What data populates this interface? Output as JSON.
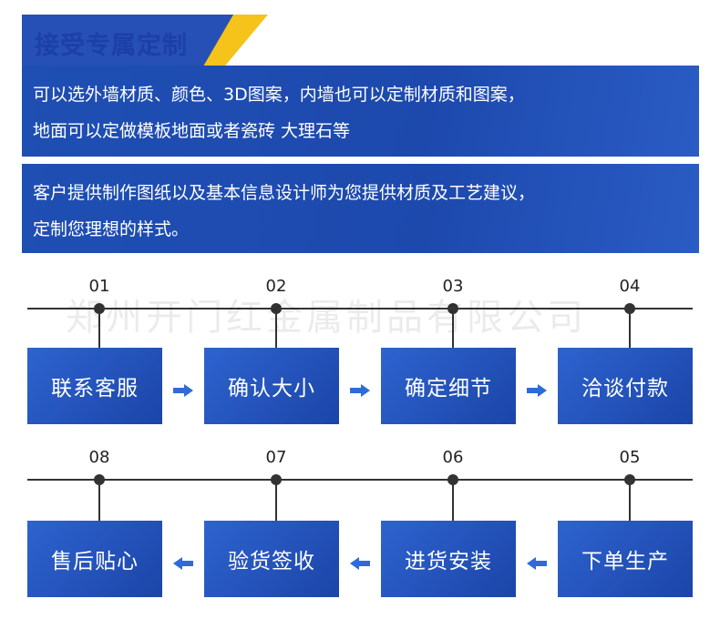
{
  "header": {
    "title": "接受专属定制"
  },
  "info": [
    {
      "lines": [
        "可以选外墙材质、颜色、3D图案，内墙也可以定制材质和图案，",
        "地面可以定做模板地面或者瓷砖 大理石等"
      ]
    },
    {
      "lines": [
        "客户提供制作图纸以及基本信息设计师为您提供材质及工艺建议，",
        "定制您理想的样式。"
      ]
    }
  ],
  "watermark": "郑州开门红金属制品有限公司",
  "steps_row1": [
    {
      "num": "01",
      "label": "联系客服"
    },
    {
      "num": "02",
      "label": "确认大小"
    },
    {
      "num": "03",
      "label": "确定细节"
    },
    {
      "num": "04",
      "label": "洽谈付款"
    }
  ],
  "steps_row2": [
    {
      "num": "08",
      "label": "售后贴心"
    },
    {
      "num": "07",
      "label": "验货签收"
    },
    {
      "num": "06",
      "label": "进货安装"
    },
    {
      "num": "05",
      "label": "下单生产"
    }
  ],
  "colors": {
    "brand_blue": "#1d49ad",
    "accent_yellow": "#f5c319",
    "arrow_blue": "#2f6bd8"
  }
}
